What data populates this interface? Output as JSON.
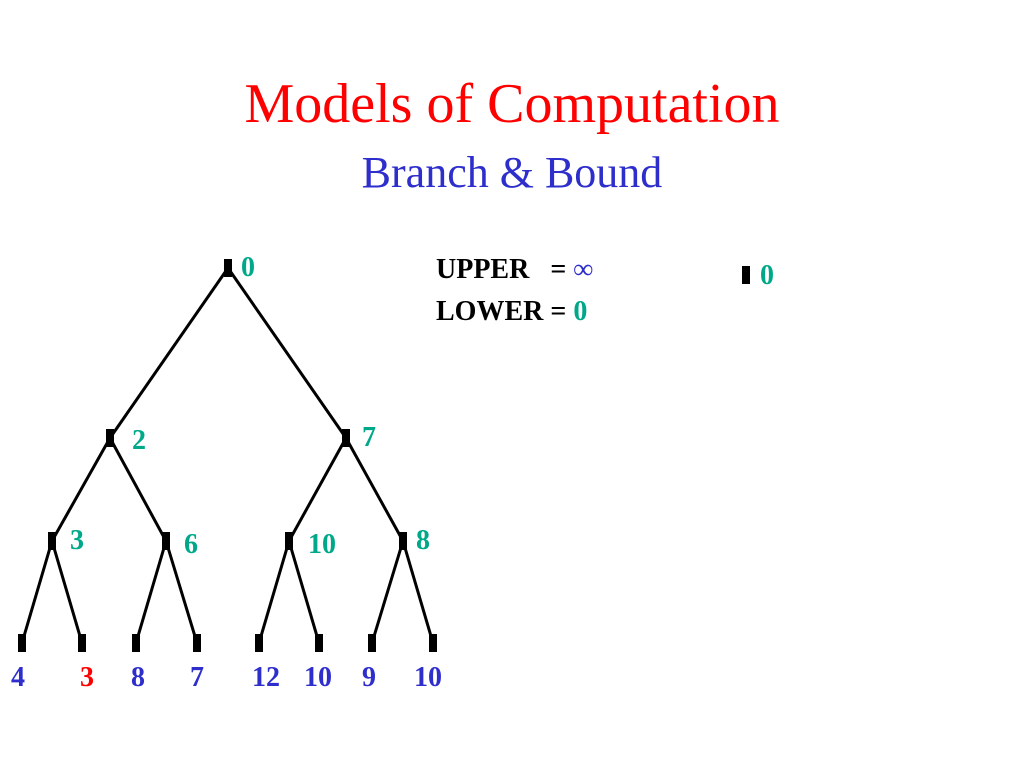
{
  "title": "Models of Computation",
  "subtitle": "Branch & Bound",
  "upper": {
    "label": "UPPER   = ",
    "value": "∞"
  },
  "lower": {
    "label": "LOWER = ",
    "value": "0"
  },
  "current_node_label": "0",
  "colors": {
    "title": "#ff0000",
    "subtitle": "#2e2ecc",
    "internal_label": "#00a88a",
    "leaf_label": "#2e2ecc",
    "best_leaf_label": "#ff0000",
    "edge": "#000000"
  },
  "tree": {
    "root": "0",
    "level1": [
      "2",
      "7"
    ],
    "level2": [
      "3",
      "6",
      "10",
      "8"
    ],
    "leaves": [
      "4",
      "3",
      "8",
      "7",
      "12",
      "10",
      "9",
      "10"
    ],
    "highlighted_leaf_index": 1
  }
}
